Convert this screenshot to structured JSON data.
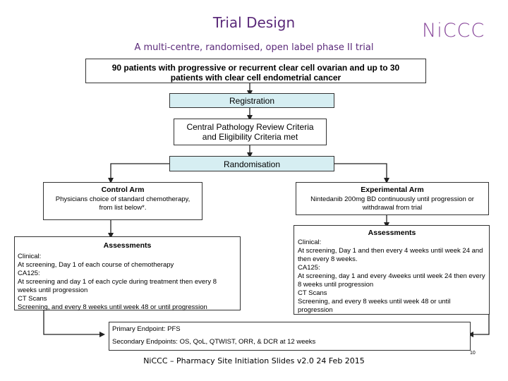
{
  "header": {
    "title": "Trial Design",
    "subtitle": "A multi-centre, randomised, open label phase II trial",
    "logo": "NiCCC"
  },
  "flow": {
    "population": "90 patients with progressive or recurrent clear cell ovarian and up to 30 patients with clear cell endometrial cancer",
    "registration": "Registration",
    "pathology": "Central Pathology Review Criteria and Eligibility Criteria met",
    "randomisation": "Randomisation"
  },
  "control_arm": {
    "title": "Control Arm",
    "description": "Physicians choice of standard chemotherapy, from list below*.",
    "assessments_title": "Assessments",
    "assessments": [
      "Clinical:",
      "At screening, Day 1 of each course of chemotherapy",
      "CA125:",
      "At screening and day 1 of each cycle during treatment then every 8 weeks until progression",
      "CT Scans",
      "Screening, and every 8 weeks until week 48 or until progression"
    ]
  },
  "experimental_arm": {
    "title": "Experimental Arm",
    "description": "Nintedanib 200mg BD continuously until progression or withdrawal from trial",
    "assessments_title": "Assessments",
    "assessments": [
      "Clinical:",
      "At screening, Day 1 and then every 4 weeks until week 24 and then every 8 weeks.",
      "CA125:",
      "At screening, day 1 and every 4weeks until week 24 then every 8 weeks until progression",
      "CT Scans",
      "Screening, and every 8 weeks until week 48 or until progression"
    ]
  },
  "endpoints": {
    "primary": "Primary Endpoint: PFS",
    "secondary": "Secondary Endpoints: OS, QoL, QTWIST, ORR, & DCR at 12 weeks"
  },
  "footer": {
    "text": "NiCCC – Pharmacy Site Initiation Slides v2.0 24 Feb 2015",
    "page_number": "10"
  },
  "colors": {
    "title": "#5b2a7a",
    "logo": "#8a4a9c",
    "highlight_box": "#d6eef2"
  }
}
